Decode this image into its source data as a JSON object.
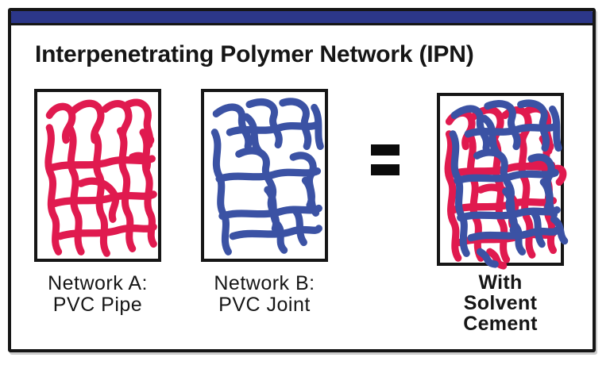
{
  "title": "Interpenetrating Polymer Network (IPN)",
  "equals_sign": "=",
  "colors": {
    "header_bar": "#2c3789",
    "network_a": "#e01a4f",
    "network_b": "#3b52a4",
    "frame_border": "#161616",
    "text": "#161616"
  },
  "panels": [
    {
      "id": "network-a",
      "network_color": "#e01a4f",
      "label_lines": [
        "Network A:",
        "PVC Pipe"
      ]
    },
    {
      "id": "network-b",
      "network_color": "#3b52a4",
      "label_lines": [
        "Network B:",
        "PVC Joint"
      ]
    },
    {
      "id": "combined",
      "network_colors": [
        "#e01a4f",
        "#3b52a4"
      ],
      "label_lines": [
        "With",
        "Solvent",
        "Cement"
      ]
    }
  ]
}
